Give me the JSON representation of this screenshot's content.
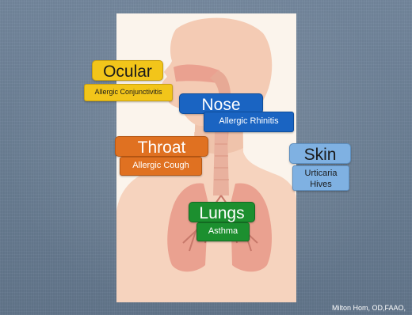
{
  "labels": {
    "ocular": {
      "title": "Ocular",
      "sub": "Allergic Conjunctivitis"
    },
    "nose": {
      "title": "Nose",
      "sub": "Allergic Rhinitis"
    },
    "throat": {
      "title": "Throat",
      "sub": "Allergic Cough"
    },
    "skin": {
      "title": "Skin",
      "sub_lines": [
        "Urticaria",
        "Hives"
      ]
    },
    "lungs": {
      "title": "Lungs",
      "sub": "Asthma"
    }
  },
  "credit": "Milton Hom, OD,FAAO,",
  "colors": {
    "ocular": "#f2c51a",
    "nose": "#1a64c2",
    "throat": "#e07121",
    "skin": "#7fb1e2",
    "lungs": "#1c8f2f",
    "body": "#f6d3be",
    "lung_tissue": "#eaa190",
    "airway": "#e9b19e"
  }
}
